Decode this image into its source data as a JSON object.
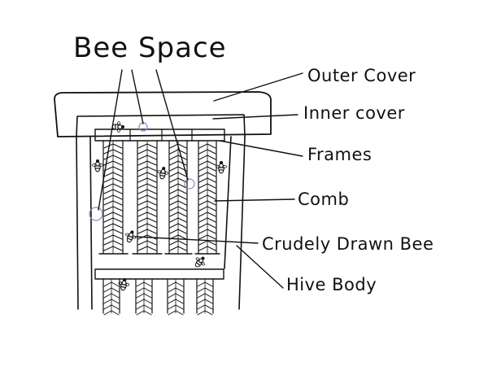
{
  "diagram": {
    "title": "Bee Space",
    "labels": {
      "outer_cover": "Outer Cover",
      "inner_cover": "Inner cover",
      "frames": "Frames",
      "comb": "Comb",
      "bee": "Crudely Drawn Bee",
      "hive_body": "Hive Body"
    },
    "colors": {
      "ink": "#111111",
      "marker": "#8a8ac8",
      "background": "#ffffff"
    },
    "icons": [
      "bee-icon",
      "bee-space-marker"
    ]
  }
}
